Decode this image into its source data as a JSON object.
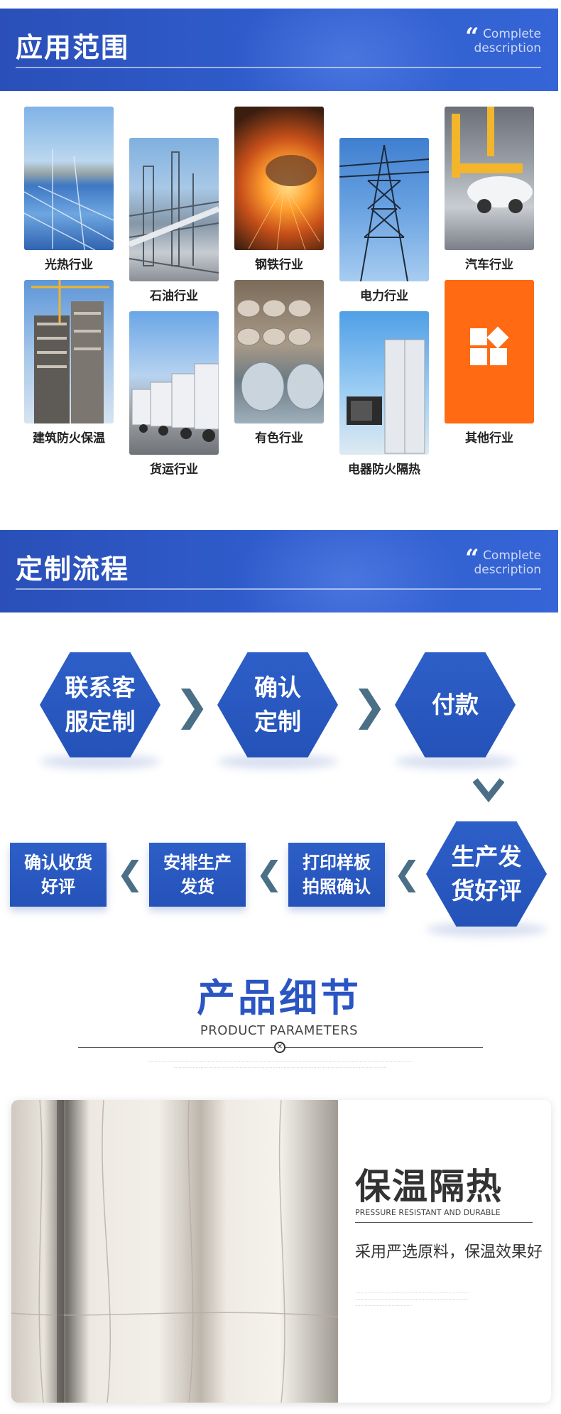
{
  "section1": {
    "title": "应用范围",
    "quote": "“",
    "en_line1": "Complete",
    "en_line2": "description"
  },
  "industries": [
    {
      "label": "光热行业",
      "icon": "solar-mirror-image"
    },
    {
      "label": "石油行业",
      "icon": "refinery-image"
    },
    {
      "label": "钢铁行业",
      "icon": "steel-pouring-image"
    },
    {
      "label": "电力行业",
      "icon": "power-tower-image"
    },
    {
      "label": "汽车行业",
      "icon": "car-assembly-image"
    },
    {
      "label": "建筑防火保温",
      "icon": "building-crane-image"
    },
    {
      "label": "货运行业",
      "icon": "trucks-image"
    },
    {
      "label": "有色行业",
      "icon": "metal-rolls-image"
    },
    {
      "label": "电器防火隔热",
      "icon": "appliances-image"
    },
    {
      "label": "其他行业",
      "icon": "grid-tiles-icon"
    }
  ],
  "section2": {
    "title": "定制流程",
    "quote": "“",
    "en_line1": "Complete",
    "en_line2": "description"
  },
  "flow": {
    "step1": [
      "联系客",
      "服定制"
    ],
    "step2": [
      "确认",
      "定制"
    ],
    "step3": [
      "付款"
    ],
    "step4": [
      "生产发",
      "货好评"
    ],
    "step5": [
      "打印样板",
      "拍照确认"
    ],
    "step6": [
      "安排生产",
      "发货"
    ],
    "step7": [
      "确认收货",
      "好评"
    ]
  },
  "detail": {
    "title": "产品细节",
    "subtitle": "PRODUCT PARAMETERS",
    "card_title": "保温隔热",
    "card_en": "PRESSURE RESISTANT AND DURABLE",
    "card_desc": "采用严选原料，保温效果好"
  },
  "colors": {
    "brand_blue": "#2a55c3",
    "orange_tile": "#ff6a13",
    "chevron": "#4a6f86"
  }
}
